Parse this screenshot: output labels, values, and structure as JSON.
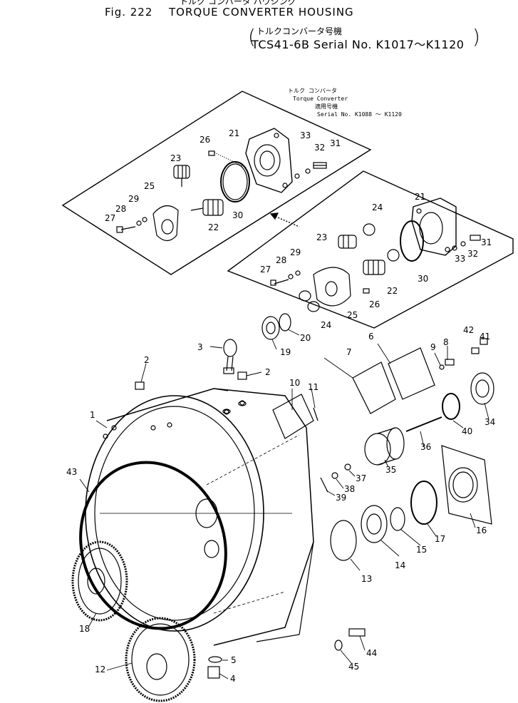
{
  "header": {
    "jp_title": "トルク コンバータ ハウジング",
    "fig_label": "Fig. 222",
    "title": "TORQUE CONVERTER HOUSING",
    "sub_jp": "トルクコンバータ号機",
    "sub_serial": "TCS41-6B Serial No. K1017～K1120"
  },
  "inset_note": {
    "line1": "トルク コンバータ",
    "line2": "Torque Converter",
    "line3": "適用号機",
    "line4": "Serial No. K1088 ～  K1120"
  },
  "callouts": {
    "c1": "1",
    "c2a": "2",
    "c2b": "2",
    "c3": "3",
    "c4": "4",
    "c5": "5",
    "c6": "6",
    "c7": "7",
    "c8": "8",
    "c9": "9",
    "c10": "10",
    "c11": "11",
    "c12": "12",
    "c13": "13",
    "c14": "14",
    "c15": "15",
    "c16": "16",
    "c17": "17",
    "c18": "18",
    "c19": "19",
    "c20": "20",
    "c21a": "21",
    "c21b": "21",
    "c22a": "22",
    "c22b": "22",
    "c23a": "23",
    "c23b": "23",
    "c24a": "24",
    "c24b": "24",
    "c25a": "25",
    "c25b": "25",
    "c26a": "26",
    "c26b": "26",
    "c27a": "27",
    "c27b": "27",
    "c28a": "28",
    "c28b": "28",
    "c29a": "29",
    "c29b": "29",
    "c30a": "30",
    "c30b": "30",
    "c31a": "31",
    "c31b": "31",
    "c32a": "32",
    "c32b": "32",
    "c33a": "33",
    "c33b": "33",
    "c34": "34",
    "c35": "35",
    "c36": "36",
    "c37": "37",
    "c38": "38",
    "c39": "39",
    "c40": "40",
    "c41": "41",
    "c42": "42",
    "c43": "43",
    "c44": "44",
    "c45": "45"
  }
}
